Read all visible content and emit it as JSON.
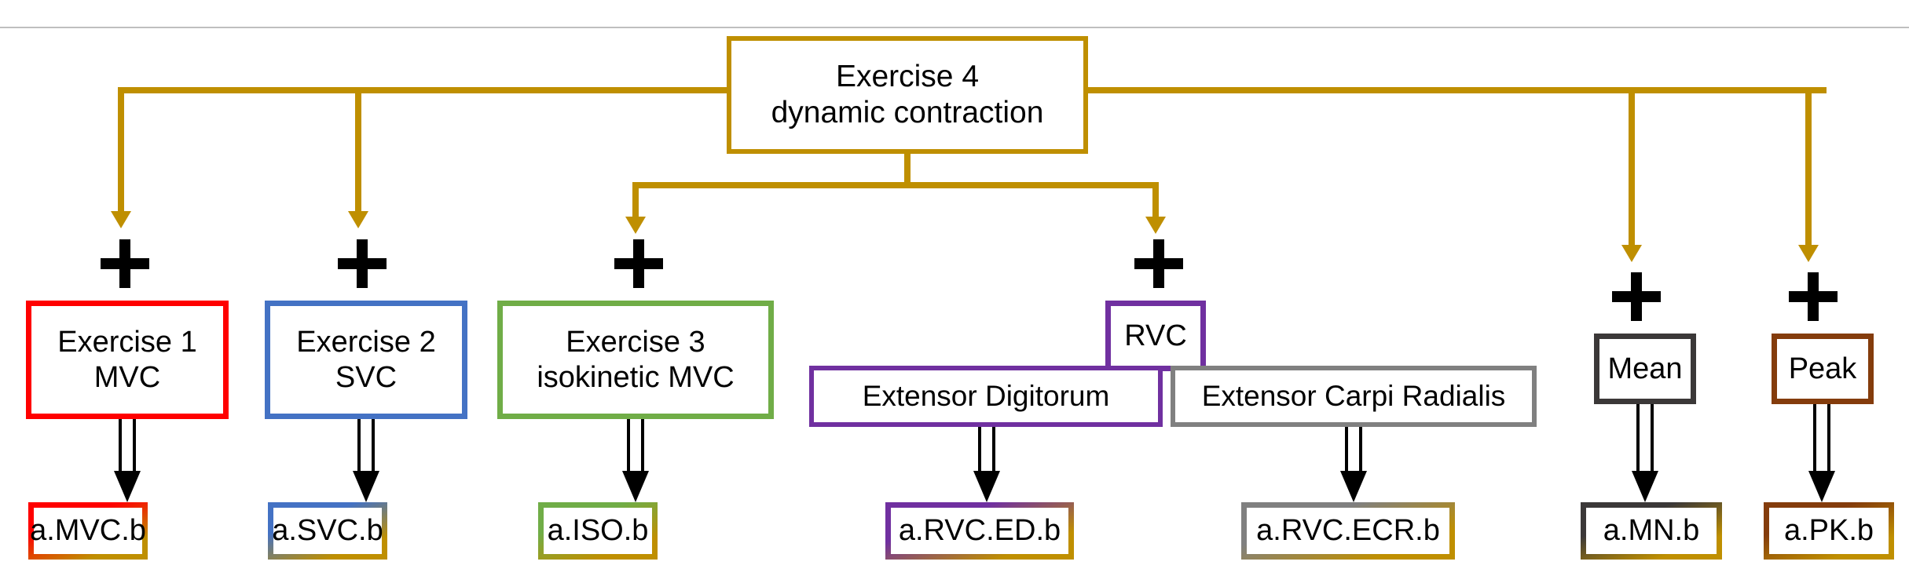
{
  "diagram": {
    "title_node": {
      "id": "exercise-4",
      "label": "Exercise 4\ndynamic contraction",
      "border_color": "#bf8f00"
    },
    "colors": {
      "gold": "#bf8f00",
      "red": "#ff0000",
      "blue": "#4472c4",
      "green": "#70ad47",
      "purple": "#7030a0",
      "gray": "#808080",
      "dark_gray": "#3b3838",
      "brown": "#843c0c",
      "black": "#000000",
      "rule": "#bfbfbf"
    },
    "branches": [
      {
        "id": "exercise-1",
        "label": "Exercise 1\nMVC",
        "border_color": "#ff0000",
        "output": {
          "id": "a-mvc-b",
          "label": "a.MVC.b",
          "top_color": "#ff0000",
          "bottom_color": "#bf8f00"
        }
      },
      {
        "id": "exercise-2",
        "label": "Exercise 2\nSVC",
        "border_color": "#4472c4",
        "output": {
          "id": "a-svc-b",
          "label": "a.SVC.b",
          "top_color": "#4472c4",
          "bottom_color": "#bf8f00"
        }
      },
      {
        "id": "exercise-3",
        "label": "Exercise 3\nisokinetic MVC",
        "border_color": "#70ad47",
        "output": {
          "id": "a-iso-b",
          "label": "a.ISO.b",
          "top_color": "#70ad47",
          "bottom_color": "#bf8f00"
        }
      }
    ],
    "rvc": {
      "id": "rvc",
      "label": "RVC",
      "border_color": "#7030a0",
      "muscles": [
        {
          "id": "extensor-digitorum",
          "label": "Extensor Digitorum",
          "border_color": "#7030a0",
          "output": {
            "id": "a-rvc-ed-b",
            "label": "a.RVC.ED.b",
            "top_color": "#7030a0",
            "bottom_color": "#bf8f00"
          }
        },
        {
          "id": "extensor-carpi-radialis",
          "label": "Extensor Carpi Radialis",
          "border_color": "#808080",
          "output": {
            "id": "a-rvc-ecr-b",
            "label": "a.RVC.ECR.b",
            "top_color": "#808080",
            "bottom_color": "#bf8f00"
          }
        }
      ]
    },
    "metrics": [
      {
        "id": "mean",
        "label": "Mean",
        "border_color": "#3b3838",
        "output": {
          "id": "a-mn-b",
          "label": "a.MN.b",
          "top_color": "#3b3838",
          "bottom_color": "#bf8f00"
        }
      },
      {
        "id": "peak",
        "label": "Peak",
        "border_color": "#843c0c",
        "output": {
          "id": "a-pk-b",
          "label": "a.PK.b",
          "top_color": "#843c0c",
          "bottom_color": "#bf8f00"
        }
      }
    ],
    "operators": [
      {
        "id": "plus-exercise-1",
        "symbol": "+"
      },
      {
        "id": "plus-exercise-2",
        "symbol": "+"
      },
      {
        "id": "plus-exercise-3",
        "symbol": "+"
      },
      {
        "id": "plus-rvc",
        "symbol": "+"
      },
      {
        "id": "plus-mean",
        "symbol": "+"
      },
      {
        "id": "plus-peak",
        "symbol": "+"
      }
    ]
  }
}
